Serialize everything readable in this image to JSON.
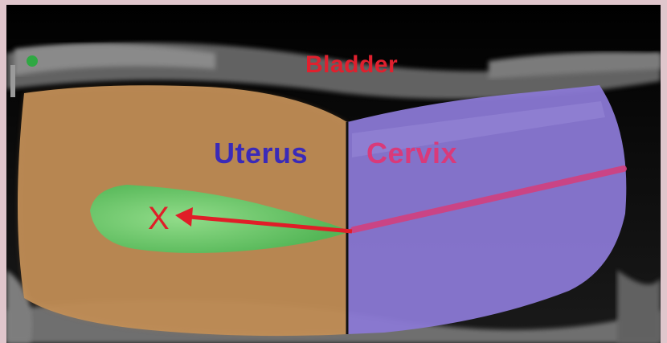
{
  "labels": {
    "bladder": "Bladder",
    "uterus": "Uterus",
    "cervix": "Cervix",
    "marker": "X"
  },
  "colors": {
    "bladder_text": "#e0202e",
    "uterus_region": "#c4915a",
    "uterus_text": "#3a2ab8",
    "cervix_region": "#8a78d4",
    "cervix_text": "#d93a7a",
    "endometrium": "#6cc86e",
    "arrow": "#e01e28",
    "canal_line": "#d2407e",
    "divider": "#111111"
  }
}
